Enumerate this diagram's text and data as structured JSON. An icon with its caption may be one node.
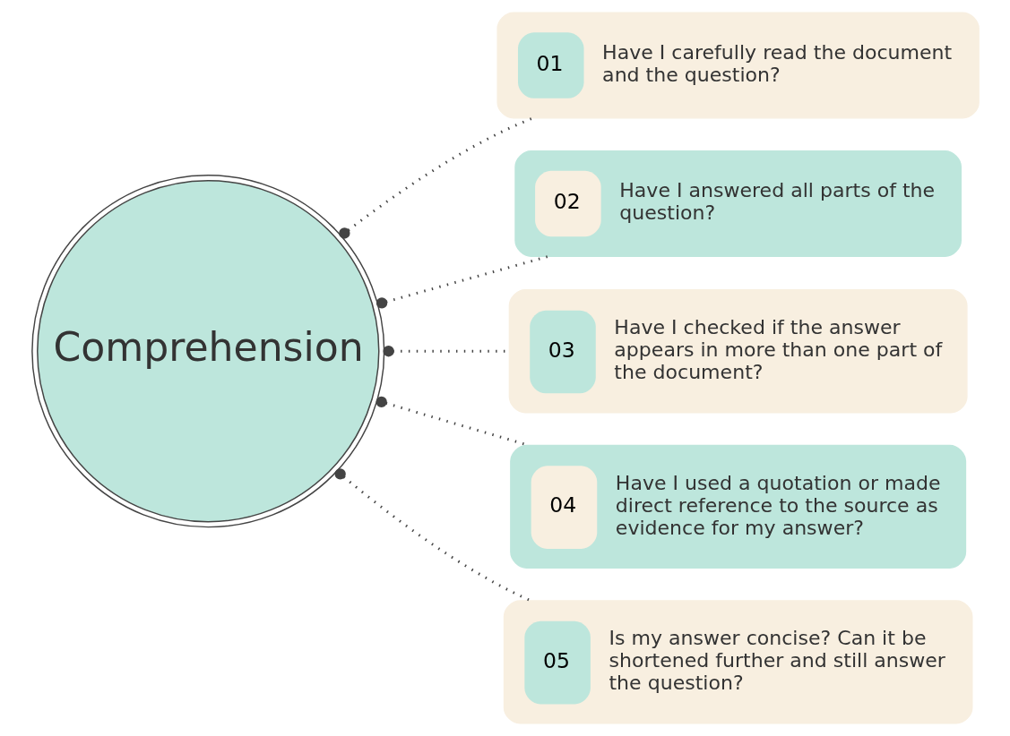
{
  "diagram": {
    "nodes": [
      {
        "text": [
          "Comprehension"
        ]
      },
      {
        "text": [
          "01",
          "Have I carefully read the document and the question?"
        ]
      },
      {
        "text": [
          "02",
          "Have I answered all parts of the question?"
        ]
      },
      {
        "text": [
          "03",
          "Have I checked if the answer appears in more than one part of the document?"
        ]
      },
      {
        "text": [
          "04",
          "Have I used a quotation or made direct reference to the source as evidence for my answer?"
        ]
      },
      {
        "text": [
          "05",
          "Is my answer concise? Can it be shortened further and still answer the question?"
        ]
      }
    ],
    "edges": [
      {
        "from": 0,
        "to": 1,
        "arrow": "other",
        "style": "dashed"
      },
      {
        "from": 0,
        "to": 2,
        "arrow": "other",
        "style": "dashed"
      },
      {
        "from": 0,
        "to": 3,
        "arrow": "other",
        "style": "dashed"
      },
      {
        "from": 0,
        "to": 4,
        "arrow": "other",
        "style": "dashed"
      },
      {
        "from": 0,
        "to": 5,
        "arrow": "other",
        "style": "dashed"
      }
    ]
  }
}
